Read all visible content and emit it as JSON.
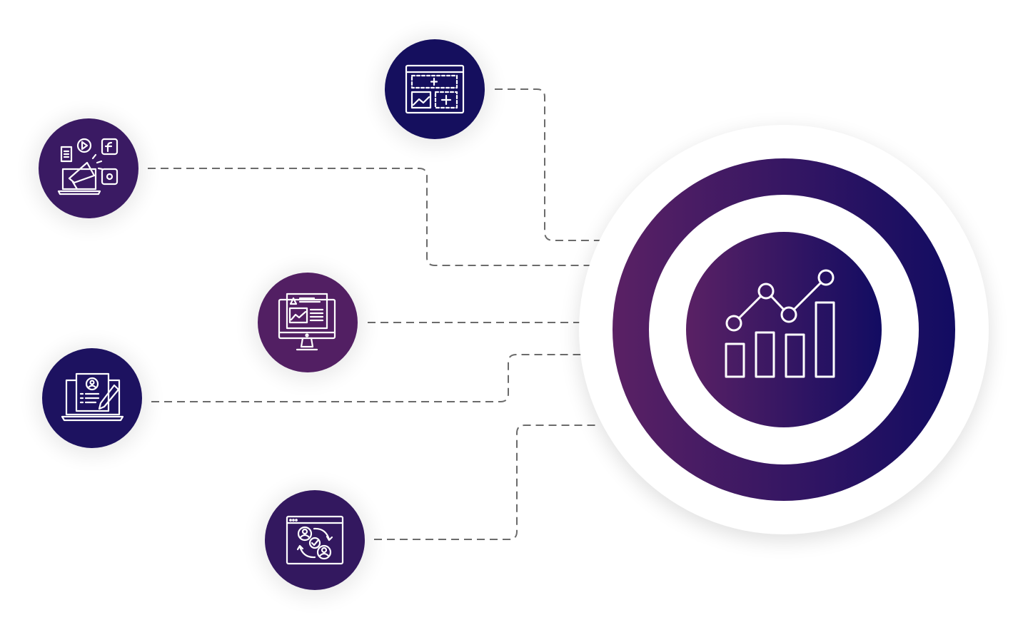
{
  "diagram": {
    "hub": {
      "icon": "analytics-chart-icon"
    },
    "nodes": [
      {
        "id": "web-builder",
        "icon": "web-layout-builder-icon",
        "color": "#150f5e"
      },
      {
        "id": "digital-marketing",
        "icon": "megaphone-social-media-icon",
        "color": "#3a1a63"
      },
      {
        "id": "web-content",
        "icon": "monitor-content-icon",
        "color": "#521f63"
      },
      {
        "id": "profile-editing",
        "icon": "laptop-profile-edit-icon",
        "color": "#1d1260"
      },
      {
        "id": "user-sync",
        "icon": "browser-user-sync-icon",
        "color": "#33185f"
      }
    ],
    "colors": {
      "gradient_start": "#5a2164",
      "gradient_end": "#120c62",
      "connector": "#6b6b6b"
    }
  }
}
